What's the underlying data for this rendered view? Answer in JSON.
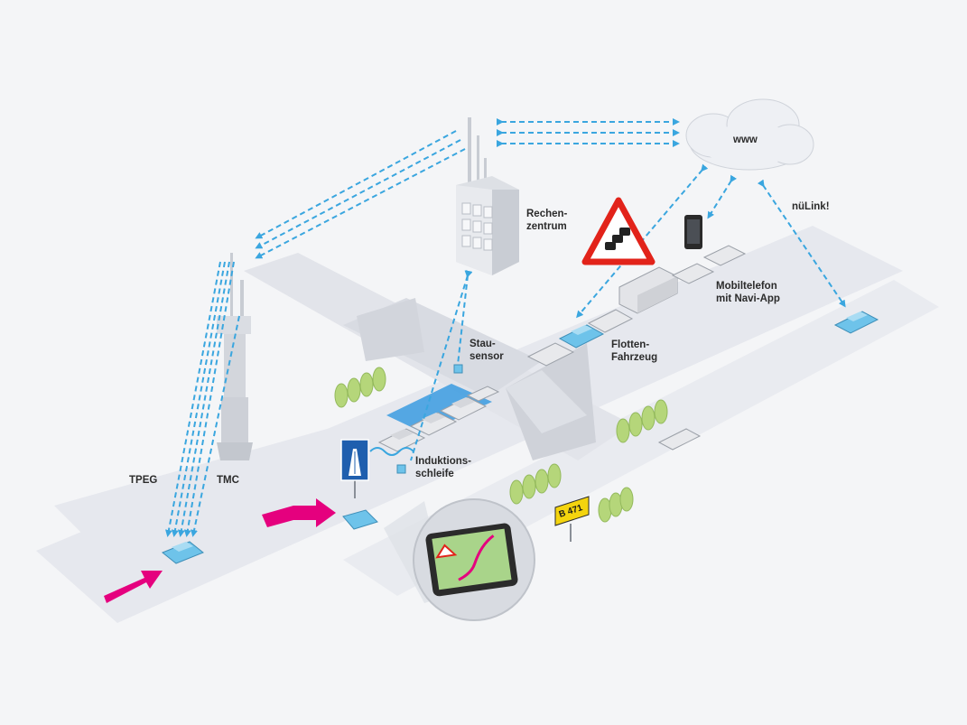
{
  "labels": {
    "www": "www",
    "rechenzentrum": [
      "Rechen-",
      "zentrum"
    ],
    "nulink": "nüLink!",
    "mobiltelefon": [
      "Mobiltelefon",
      "mit Navi-App"
    ],
    "stausensor": [
      "Stau-",
      "sensor"
    ],
    "flottenfahrzeug": [
      "Flotten-",
      "Fahrzeug"
    ],
    "induktionsschleife": [
      "Induktions-",
      "schleife"
    ],
    "tpeg": "TPEG",
    "tmc": "TMC",
    "road_sign": "B 471"
  },
  "icons": [
    "cloud-icon",
    "data-center-building-icon",
    "radio-tower-icon",
    "traffic-jam-warning-sign-icon",
    "smartphone-icon",
    "navigation-device-icon",
    "motorway-sign-icon",
    "car-icon",
    "truck-icon",
    "tree-icon",
    "sensor-icon",
    "direction-arrow-icon"
  ],
  "colors": {
    "background": "#f4f5f7",
    "road": "#e6e8ee",
    "signal_dashes": "#3aa6df",
    "car_blue": "#6ec3ea",
    "route_arrow": "#e5007e",
    "warning_red": "#e2231a",
    "sensor_zone": "#3a9be0",
    "tree_green": "#b5d67a",
    "road_sign_yellow": "#f4d40e"
  }
}
